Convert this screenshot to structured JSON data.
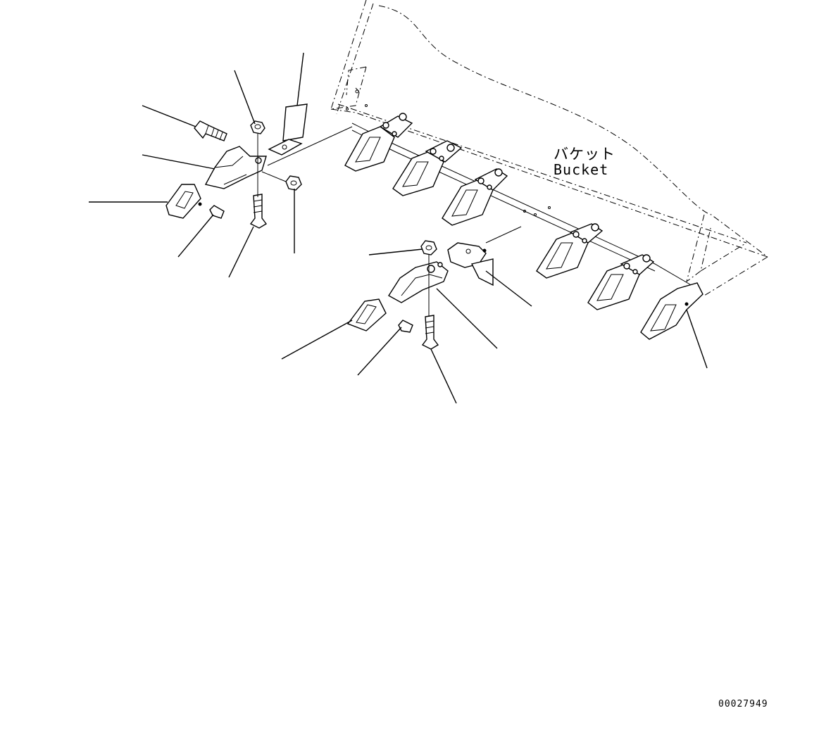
{
  "diagram": {
    "bucket_label_jp": "バケット",
    "bucket_label_en": "Bucket",
    "drawing_id": "00027949"
  },
  "colors": {
    "line": "#000000",
    "background": "#ffffff"
  }
}
